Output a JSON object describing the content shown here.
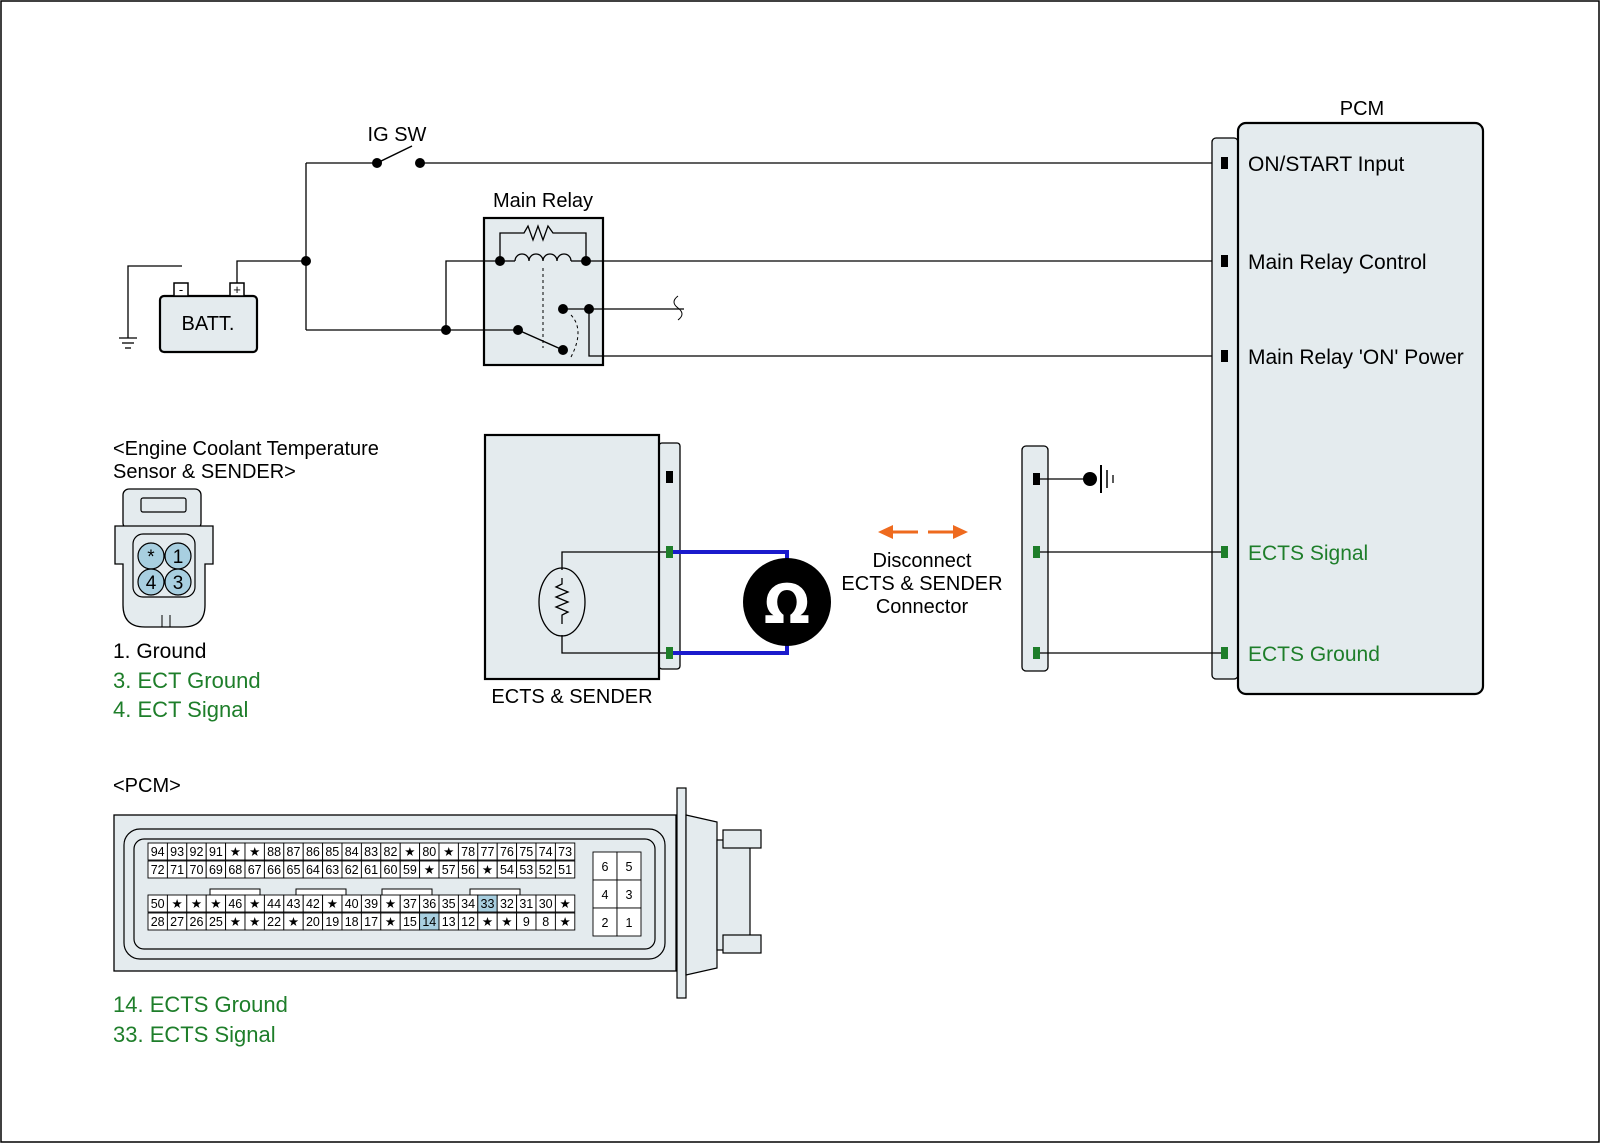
{
  "labels": {
    "ig_sw": "IG SW",
    "main_relay": "Main Relay",
    "batt": "BATT.",
    "batt_minus": "-",
    "batt_plus": "+",
    "pcm_title": "PCM",
    "pcm_on_start": "ON/START Input",
    "pcm_main_relay_control": "Main Relay Control",
    "pcm_main_relay_on_power": "Main Relay 'ON' Power",
    "pcm_ects_signal": "ECTS Signal",
    "pcm_ects_ground": "ECTS Ground",
    "ects_sender": "ECTS & SENDER",
    "ohm_symbol": "Ω",
    "disconnect_1": "Disconnect",
    "disconnect_2": "ECTS & SENDER",
    "disconnect_3": "Connector"
  },
  "sensor_connector": {
    "title_1": "<Engine Coolant Temperature",
    "title_2": "Sensor & SENDER>",
    "pins": [
      "*",
      "1",
      "4",
      "3"
    ],
    "legend": [
      "1. Ground",
      "3. ECT Ground",
      "4. ECT Signal"
    ]
  },
  "pcm_connector": {
    "title": "<PCM>",
    "row1": [
      "94",
      "93",
      "92",
      "91",
      "★",
      "★",
      "88",
      "87",
      "86",
      "85",
      "84",
      "83",
      "82",
      "★",
      "80",
      "★",
      "78",
      "77",
      "76",
      "75",
      "74",
      "73"
    ],
    "row2": [
      "72",
      "71",
      "70",
      "69",
      "68",
      "67",
      "66",
      "65",
      "64",
      "63",
      "62",
      "61",
      "60",
      "59",
      "★",
      "57",
      "56",
      "★",
      "54",
      "53",
      "52",
      "51"
    ],
    "row3": [
      "50",
      "★",
      "★",
      "★",
      "46",
      "★",
      "44",
      "43",
      "42",
      "★",
      "40",
      "39",
      "★",
      "37",
      "36",
      "35",
      "34",
      "33",
      "32",
      "31",
      "30",
      "★"
    ],
    "row4": [
      "28",
      "27",
      "26",
      "25",
      "★",
      "★",
      "22",
      "★",
      "20",
      "19",
      "18",
      "17",
      "★",
      "15",
      "14",
      "13",
      "12",
      "★",
      "★",
      "9",
      "8",
      "★"
    ],
    "small_pins": [
      "6",
      "5",
      "4",
      "3",
      "2",
      "1"
    ],
    "highlight": [
      "14",
      "33"
    ],
    "legend": [
      "14. ECTS Ground",
      "33. ECTS Signal"
    ]
  },
  "colors": {
    "panel_fill": "#e4ebee",
    "pin_highlight": "#a8cfe0",
    "signal_text": "#1e7e2a",
    "meter_lead": "#1a1acc",
    "arrow": "#ee6a1e"
  }
}
